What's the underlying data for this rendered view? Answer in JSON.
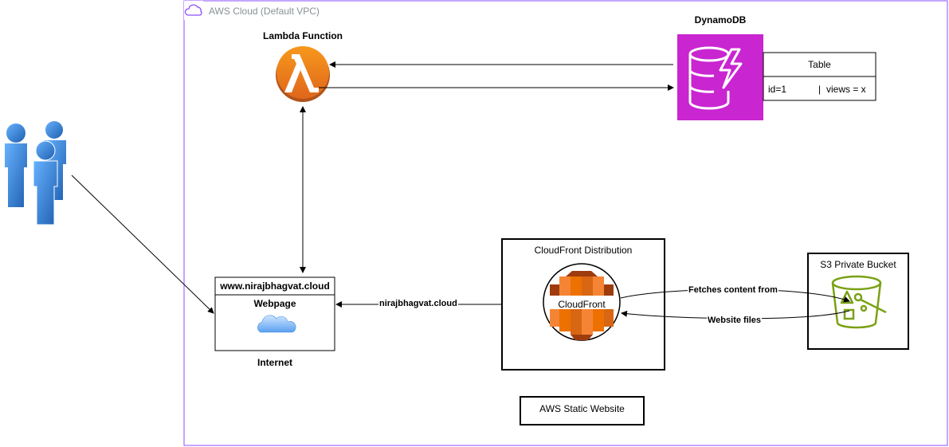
{
  "vpc": {
    "label": "AWS Cloud (Default VPC)"
  },
  "lambda": {
    "label": "Lambda Function"
  },
  "dynamodb": {
    "label": "DynamoDB"
  },
  "table": {
    "header": "Table",
    "id_cell": "id=1",
    "separator": "|",
    "views_cell": "views = x"
  },
  "webpage": {
    "domain": "www.nirajbhagvat.cloud",
    "label": "Webpage",
    "caption": "Internet"
  },
  "cloudfront": {
    "title": "CloudFront Distribution",
    "icon_label": "CloudFront"
  },
  "s3": {
    "title": "S3 Private Bucket"
  },
  "edges": {
    "domain_label": "nirajbhagvat.cloud",
    "fetch_label": "Fetches content from",
    "files_label": "Website files"
  },
  "footer": {
    "label": "AWS Static Website"
  },
  "colors": {
    "vpc_border": "#8C4FFF",
    "lambda": "#ED7100",
    "dynamodb": "#C925D1",
    "s3": "#7AA116",
    "cloudfront": "#ED7100",
    "users": "#2F7FD1"
  }
}
